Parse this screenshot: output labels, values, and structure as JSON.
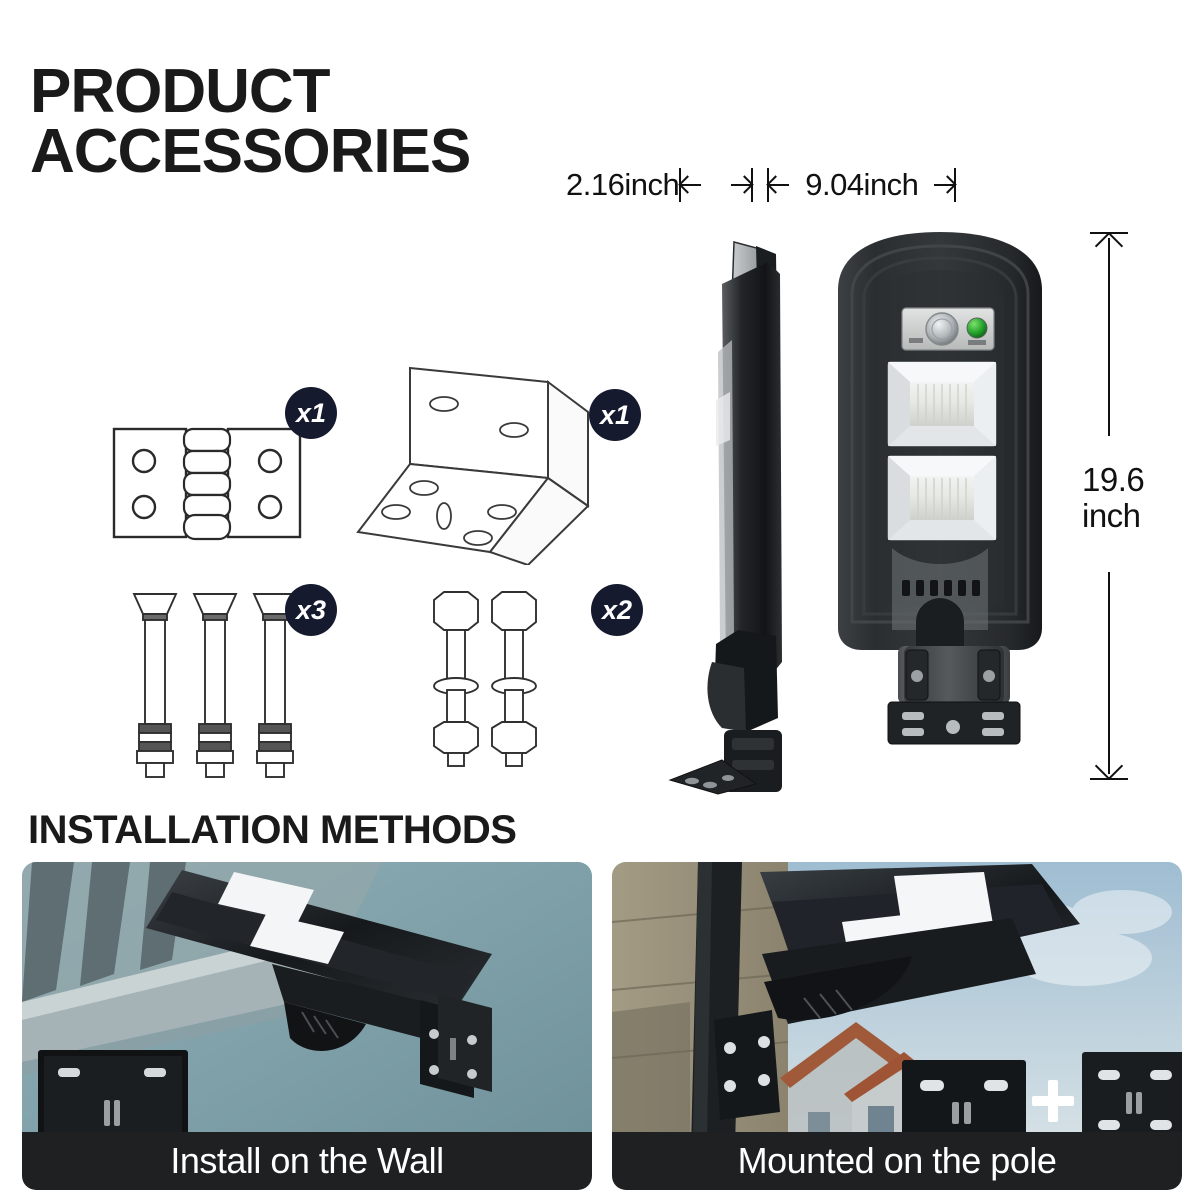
{
  "headings": {
    "title_line1": "PRODUCT",
    "title_line2": "ACCESSORIES",
    "installation": "INSTALLATION METHODS"
  },
  "dimensions": {
    "width_small": "2.16inch",
    "width_large": "9.04inch",
    "height_value": "19.6",
    "height_unit": "inch"
  },
  "accessories": [
    {
      "name": "hinge-bracket",
      "qty": "x1"
    },
    {
      "name": "l-bracket",
      "qty": "x1"
    },
    {
      "name": "expansion-screw",
      "qty": "x3"
    },
    {
      "name": "hex-bolt",
      "qty": "x2"
    }
  ],
  "installation": {
    "wall": {
      "caption": "Install on the Wall"
    },
    "pole": {
      "caption": "Mounted on the pole",
      "plus": "+"
    }
  },
  "colors": {
    "badge": "#161a2e",
    "caption_bar": "#1e2022",
    "wall_teal": "#7fa0a8",
    "sky": "#aec7d6",
    "indicator_green": "#29a832",
    "body_dark": "#2e3134"
  }
}
